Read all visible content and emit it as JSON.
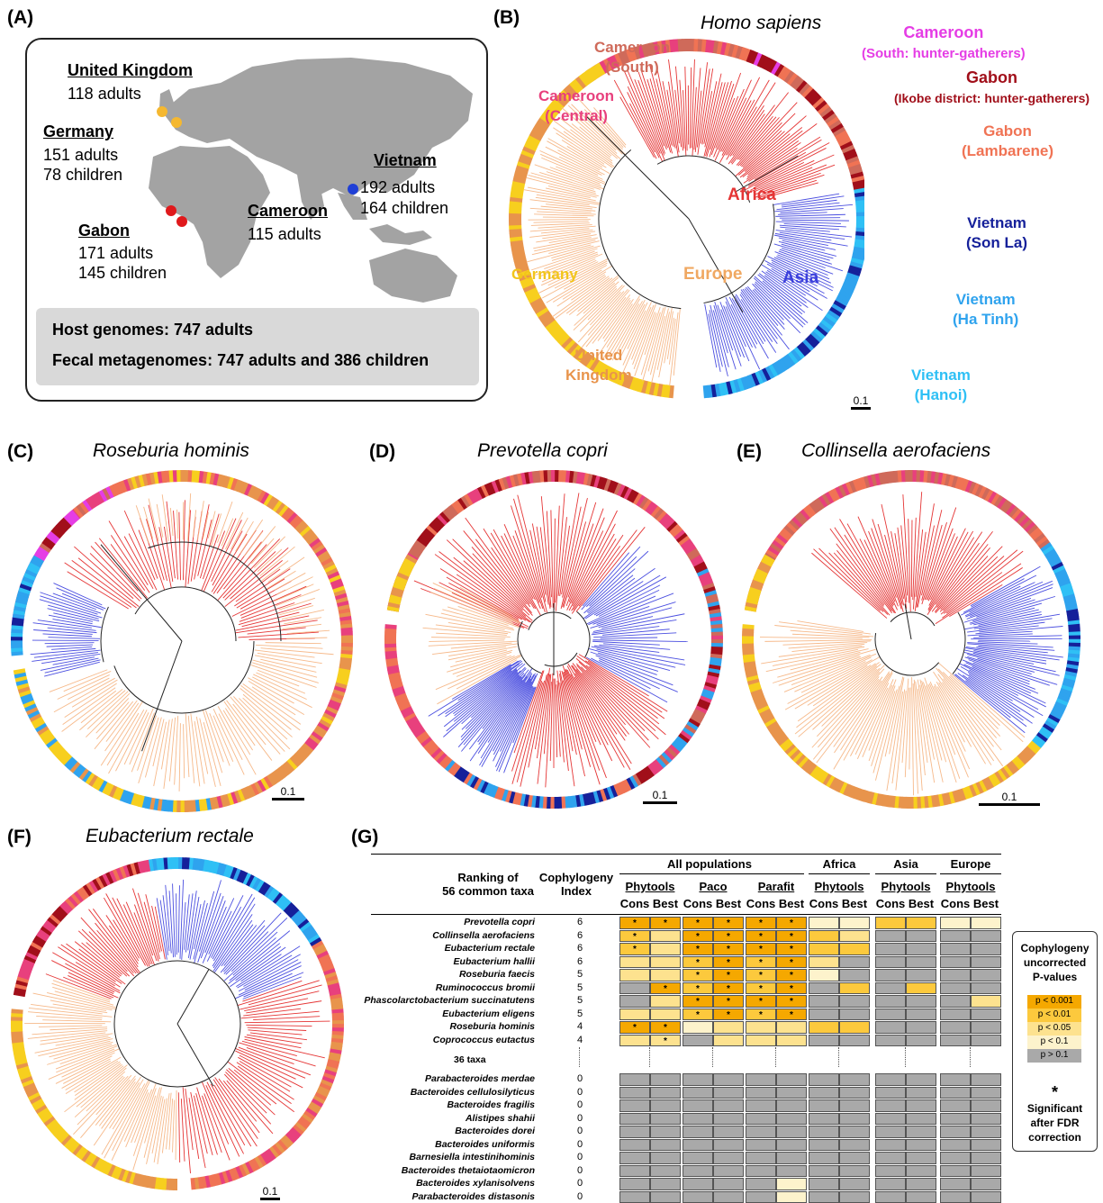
{
  "panel_labels": [
    "(A)",
    "(B)",
    "(C)",
    "(D)",
    "(E)",
    "(F)",
    "(G)"
  ],
  "titles": {
    "b": "Homo sapiens",
    "c": "Roseburia hominis",
    "d": "Prevotella copri",
    "e": "Collinsella aerofaciens",
    "f": "Eubacterium rectale"
  },
  "map": {
    "uk": {
      "name": "United Kingdom",
      "line1": "118 adults",
      "line2": ""
    },
    "germany": {
      "name": "Germany",
      "line1": "151 adults",
      "line2": "78 children"
    },
    "vietnam": {
      "name": "Vietnam",
      "line1": "192 adults",
      "line2": "164 children"
    },
    "gabon": {
      "name": "Gabon",
      "line1": "171 adults",
      "line2": "145 children"
    },
    "cameroon": {
      "name": "Cameroon",
      "line1": "115 adults",
      "line2": ""
    },
    "host_genomes": "Host genomes: 747 adults",
    "fecal": "Fecal metagenomes: 747 adults and 386 children",
    "colors": {
      "europe": "#f5b830",
      "africa": "#e0191c",
      "asia": "#1f3fd6",
      "land": "#9e9e9e"
    }
  },
  "tree_b": {
    "clades": {
      "africa": "Africa",
      "europe": "Europe",
      "asia": "Asia"
    },
    "clade_colors": {
      "africa": "#e53535",
      "europe": "#f6b98a",
      "asia": "#4b4fe0"
    },
    "groups": [
      {
        "key": "cam_south",
        "l1": "Cameroon",
        "l2": "(South)",
        "color": "#cf6a5a"
      },
      {
        "key": "cam_hg",
        "l1": "Cameroon",
        "l2": "(South: hunter-gatherers)",
        "color": "#e53de5"
      },
      {
        "key": "gab_ik",
        "l1": "Gabon",
        "l2": "(Ikobe district: hunter-gatherers)",
        "color": "#a10f1a"
      },
      {
        "key": "cam_central",
        "l1": "Cameroon",
        "l2": "(Central)",
        "color": "#e8407d"
      },
      {
        "key": "gab_lam",
        "l1": "Gabon",
        "l2": "(Lambarene)",
        "color": "#f07354"
      },
      {
        "key": "vn_sonla",
        "l1": "Vietnam",
        "l2": "(Son La)",
        "color": "#15209a"
      },
      {
        "key": "vn_hatinh",
        "l1": "Vietnam",
        "l2": "(Ha Tinh)",
        "color": "#2fa3ee"
      },
      {
        "key": "vn_hanoi",
        "l1": "Vietnam",
        "l2": "(Hanoi)",
        "color": "#2fc0f5"
      },
      {
        "key": "germany",
        "l1": "Germany",
        "l2": "",
        "color": "#f7cf1e"
      },
      {
        "key": "uk",
        "l1": "United",
        "l2": "Kingdom",
        "color": "#e8944c"
      }
    ],
    "scale": "0.1"
  },
  "scales": {
    "c": "0.1",
    "d": "0.1",
    "e": "0.1",
    "f": "0.1"
  },
  "table": {
    "ranking_header": [
      "Ranking of",
      "56 common taxa"
    ],
    "index_header": [
      "Cophylogeny",
      "Index"
    ],
    "group_headers": [
      "All populations",
      "Africa",
      "Asia",
      "Europe"
    ],
    "method_headers": [
      "Phytools",
      "Paco",
      "Parafit",
      "Phytools",
      "Phytools",
      "Phytools"
    ],
    "cons": "Cons",
    "best": "Best",
    "ellipsis_label": "36 taxa",
    "top_rows": [
      {
        "taxon": "Prevotella copri",
        "index": "6",
        "cells": [
          "a*",
          "a*",
          "a*",
          "a*",
          "a*",
          "a*",
          "d",
          "d",
          "b",
          "b",
          "d",
          "d"
        ]
      },
      {
        "taxon": "Collinsella aerofaciens",
        "index": "6",
        "cells": [
          "b*",
          "c",
          "a*",
          "a*",
          "a*",
          "a*",
          "b",
          "c",
          "g",
          "g",
          "g",
          "g"
        ]
      },
      {
        "taxon": "Eubacterium rectale",
        "index": "6",
        "cells": [
          "b*",
          "c",
          "a*",
          "a*",
          "a*",
          "a*",
          "b",
          "b",
          "g",
          "g",
          "g",
          "g"
        ]
      },
      {
        "taxon": "Eubacterium hallii",
        "index": "6",
        "cells": [
          "c",
          "c",
          "b*",
          "a*",
          "b*",
          "a*",
          "c",
          "g",
          "g",
          "g",
          "g",
          "g"
        ]
      },
      {
        "taxon": "Roseburia faecis",
        "index": "5",
        "cells": [
          "c",
          "c",
          "b*",
          "a*",
          "b*",
          "a*",
          "d",
          "g",
          "g",
          "g",
          "g",
          "g"
        ]
      },
      {
        "taxon": "Ruminococcus bromii",
        "index": "5",
        "cells": [
          "g",
          "a*",
          "b*",
          "a*",
          "b*",
          "a*",
          "g",
          "b",
          "g",
          "b",
          "g",
          "g"
        ]
      },
      {
        "taxon": "Phascolarctobacterium succinatutens",
        "index": "5",
        "cells": [
          "g",
          "c",
          "a*",
          "a*",
          "a*",
          "a*",
          "g",
          "g",
          "g",
          "g",
          "g",
          "c"
        ]
      },
      {
        "taxon": "Eubacterium eligens",
        "index": "5",
        "cells": [
          "c",
          "c",
          "b*",
          "a*",
          "b*",
          "a*",
          "g",
          "g",
          "g",
          "g",
          "g",
          "g"
        ]
      },
      {
        "taxon": "Roseburia hominis",
        "index": "4",
        "cells": [
          "a*",
          "a*",
          "d",
          "c",
          "c",
          "c",
          "b",
          "b",
          "g",
          "g",
          "g",
          "g"
        ]
      },
      {
        "taxon": "Coprococcus eutactus",
        "index": "4",
        "cells": [
          "c",
          "c*",
          "g",
          "c",
          "c",
          "c",
          "g",
          "g",
          "g",
          "g",
          "g",
          "g"
        ]
      }
    ],
    "bottom_rows": [
      {
        "taxon": "Parabacteroides merdae",
        "index": "0",
        "cells": [
          "g",
          "g",
          "g",
          "g",
          "g",
          "g",
          "g",
          "g",
          "g",
          "g",
          "g",
          "g"
        ]
      },
      {
        "taxon": "Bacteroides cellulosilyticus",
        "index": "0",
        "cells": [
          "g",
          "g",
          "g",
          "g",
          "g",
          "g",
          "g",
          "g",
          "g",
          "g",
          "g",
          "g"
        ]
      },
      {
        "taxon": "Bacteroides fragilis",
        "index": "0",
        "cells": [
          "g",
          "g",
          "g",
          "g",
          "g",
          "g",
          "g",
          "g",
          "g",
          "g",
          "g",
          "g"
        ]
      },
      {
        "taxon": "Alistipes shahii",
        "index": "0",
        "cells": [
          "g",
          "g",
          "g",
          "g",
          "g",
          "g",
          "g",
          "g",
          "g",
          "g",
          "g",
          "g"
        ]
      },
      {
        "taxon": "Bacteroides dorei",
        "index": "0",
        "cells": [
          "g",
          "g",
          "g",
          "g",
          "g",
          "g",
          "g",
          "g",
          "g",
          "g",
          "g",
          "g"
        ]
      },
      {
        "taxon": "Bacteroides uniformis",
        "index": "0",
        "cells": [
          "g",
          "g",
          "g",
          "g",
          "g",
          "g",
          "g",
          "g",
          "g",
          "g",
          "g",
          "g"
        ]
      },
      {
        "taxon": "Barnesiella intestinihominis",
        "index": "0",
        "cells": [
          "g",
          "g",
          "g",
          "g",
          "g",
          "g",
          "g",
          "g",
          "g",
          "g",
          "g",
          "g"
        ]
      },
      {
        "taxon": "Bacteroides thetaiotaomicron",
        "index": "0",
        "cells": [
          "g",
          "g",
          "g",
          "g",
          "g",
          "g",
          "g",
          "g",
          "g",
          "g",
          "g",
          "g"
        ]
      },
      {
        "taxon": "Bacteroides xylanisolvens",
        "index": "0",
        "cells": [
          "g",
          "g",
          "g",
          "g",
          "g",
          "d",
          "g",
          "g",
          "g",
          "g",
          "g",
          "g"
        ]
      },
      {
        "taxon": "Parabacteroides distasonis",
        "index": "0",
        "cells": [
          "g",
          "g",
          "g",
          "g",
          "g",
          "d",
          "g",
          "g",
          "g",
          "g",
          "g",
          "g"
        ]
      }
    ],
    "cell_colors": {
      "a": "#f5a800",
      "b": "#fcc93d",
      "c": "#fde28f",
      "d": "#fdf3cc",
      "g": "#a9a9a9"
    }
  },
  "legend": {
    "title": [
      "Cophylogeny",
      "uncorrected",
      "P-values"
    ],
    "items": [
      {
        "label": "p < 0.001",
        "color": "#f5a800"
      },
      {
        "label": "p < 0.01",
        "color": "#fcc93d"
      },
      {
        "label": "p < 0.05",
        "color": "#fde28f"
      },
      {
        "label": "p < 0.1",
        "color": "#fdf3cc"
      },
      {
        "label": "p > 0.1",
        "color": "#a9a9a9"
      }
    ],
    "star": "*",
    "star_text": [
      "Significant",
      "after FDR",
      "correction"
    ]
  }
}
